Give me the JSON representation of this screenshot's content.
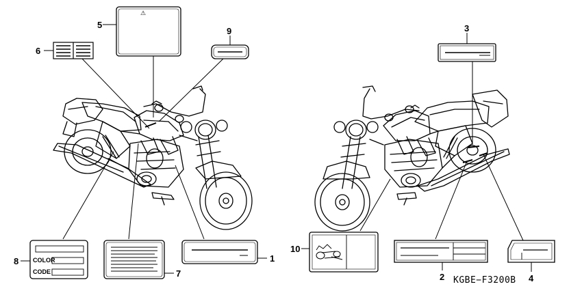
{
  "diagram": {
    "callouts": [
      {
        "id": "1",
        "label": "1"
      },
      {
        "id": "2",
        "label": "2"
      },
      {
        "id": "3",
        "label": "3"
      },
      {
        "id": "4",
        "label": "4"
      },
      {
        "id": "5",
        "label": "5"
      },
      {
        "id": "6",
        "label": "6"
      },
      {
        "id": "7",
        "label": "7"
      },
      {
        "id": "8",
        "label": "8"
      },
      {
        "id": "9",
        "label": "9"
      },
      {
        "id": "10",
        "label": "10"
      }
    ],
    "color_label_text": "COLOR",
    "code_label_text": "CODE",
    "warning_symbol": "⚠",
    "diagram_code": "KGBE−F3200B"
  }
}
